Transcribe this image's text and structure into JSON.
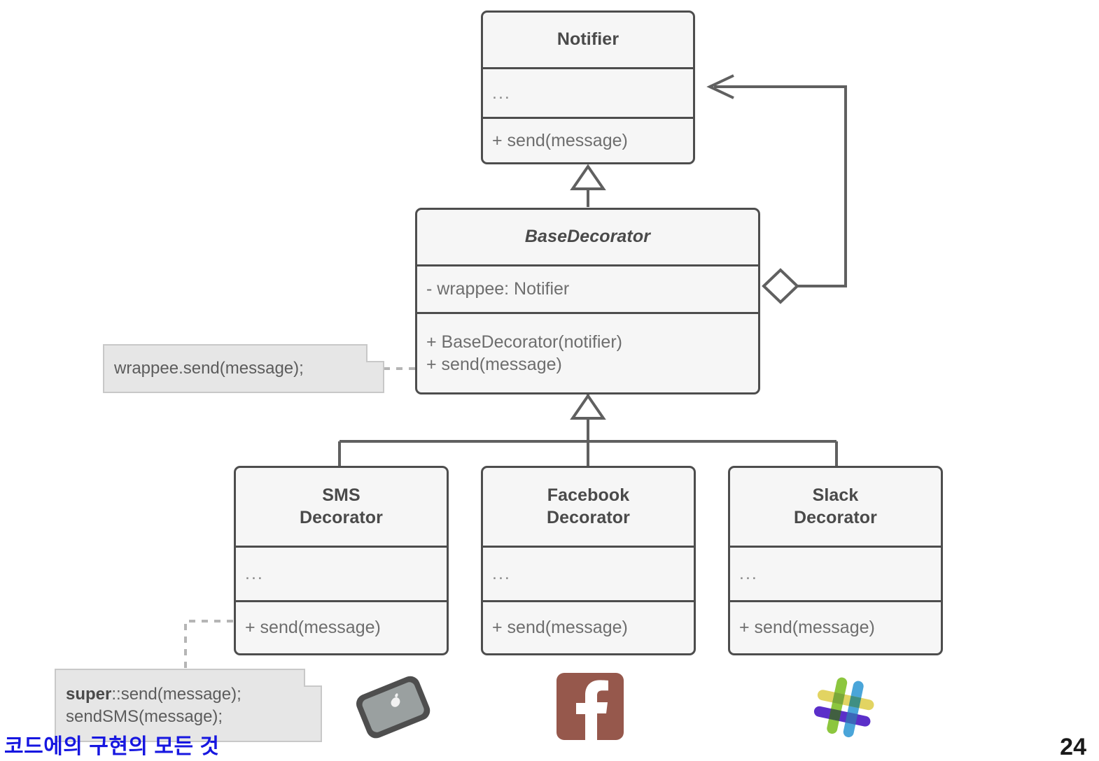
{
  "diagram": {
    "title": "Decorator pattern structure",
    "palette": {
      "box_border": "#4d4d4d",
      "box_fill": "#f6f6f6",
      "title_text": "#4a4a4a",
      "member_text": "#6e6e6e",
      "note_fill": "#e6e6e6",
      "note_border": "#c8c8c8",
      "note_text": "#5c5c5c",
      "connector": "#606060",
      "dashed_connector": "#b5b5b5",
      "facebook_brand": "#96584c",
      "slack_green": "#8cc63e",
      "slack_blue": "#4aa5d9",
      "slack_purple": "#5b2fc9",
      "slack_yellow": "#e0d25a",
      "phone_body": "#4e4e4e",
      "footer_text": "#1717e0"
    },
    "classes": [
      {
        "key": "notifier",
        "name": "Notifier",
        "abstract": false,
        "attributes": [
          "..."
        ],
        "operations": [
          "+ send(message)"
        ]
      },
      {
        "key": "base_decorator",
        "name": "BaseDecorator",
        "abstract": true,
        "attributes": [
          "- wrappee: Notifier"
        ],
        "operations": [
          "+ BaseDecorator(notifier)",
          "+ send(message)"
        ]
      },
      {
        "key": "sms_decorator",
        "name_lines": [
          "SMS",
          "Decorator"
        ],
        "name": "SMSDecorator",
        "abstract": false,
        "attributes": [
          "..."
        ],
        "operations": [
          "+ send(message)"
        ]
      },
      {
        "key": "facebook_decorator",
        "name_lines": [
          "Facebook",
          "Decorator"
        ],
        "name": "FacebookDecorator",
        "abstract": false,
        "attributes": [
          "..."
        ],
        "operations": [
          "+ send(message)"
        ]
      },
      {
        "key": "slack_decorator",
        "name_lines": [
          "Slack",
          "Decorator"
        ],
        "name": "SlackDecorator",
        "abstract": false,
        "attributes": [
          "..."
        ],
        "operations": [
          "+ send(message)"
        ]
      }
    ],
    "notes": [
      {
        "key": "wrappee_note",
        "lines": [
          "wrappee.send(message);"
        ],
        "attached_to": "base_decorator"
      },
      {
        "key": "sms_send_note",
        "lines_rich": [
          {
            "bold": "super",
            "rest": "::send(message);"
          },
          {
            "bold": "",
            "rest": "sendSMS(message);"
          }
        ],
        "lines": [
          "super::send(message);",
          "sendSMS(message);"
        ],
        "attached_to": "sms_decorator"
      }
    ],
    "relations": [
      {
        "type": "generalization",
        "from": "base_decorator",
        "to": "notifier"
      },
      {
        "type": "aggregation",
        "from": "base_decorator",
        "to": "notifier",
        "role": "wrappee"
      },
      {
        "type": "generalization",
        "from": "sms_decorator",
        "to": "base_decorator"
      },
      {
        "type": "generalization",
        "from": "facebook_decorator",
        "to": "base_decorator"
      },
      {
        "type": "generalization",
        "from": "slack_decorator",
        "to": "base_decorator"
      }
    ],
    "brand_icons": [
      {
        "key": "sms",
        "name": "smartphone-icon",
        "label": "Smartphone"
      },
      {
        "key": "facebook",
        "name": "facebook-icon",
        "label": "Facebook"
      },
      {
        "key": "slack",
        "name": "slack-icon",
        "label": "Slack"
      }
    ]
  },
  "footer": {
    "note": "코드에의 구현의 모든 것",
    "page_number": "24"
  }
}
